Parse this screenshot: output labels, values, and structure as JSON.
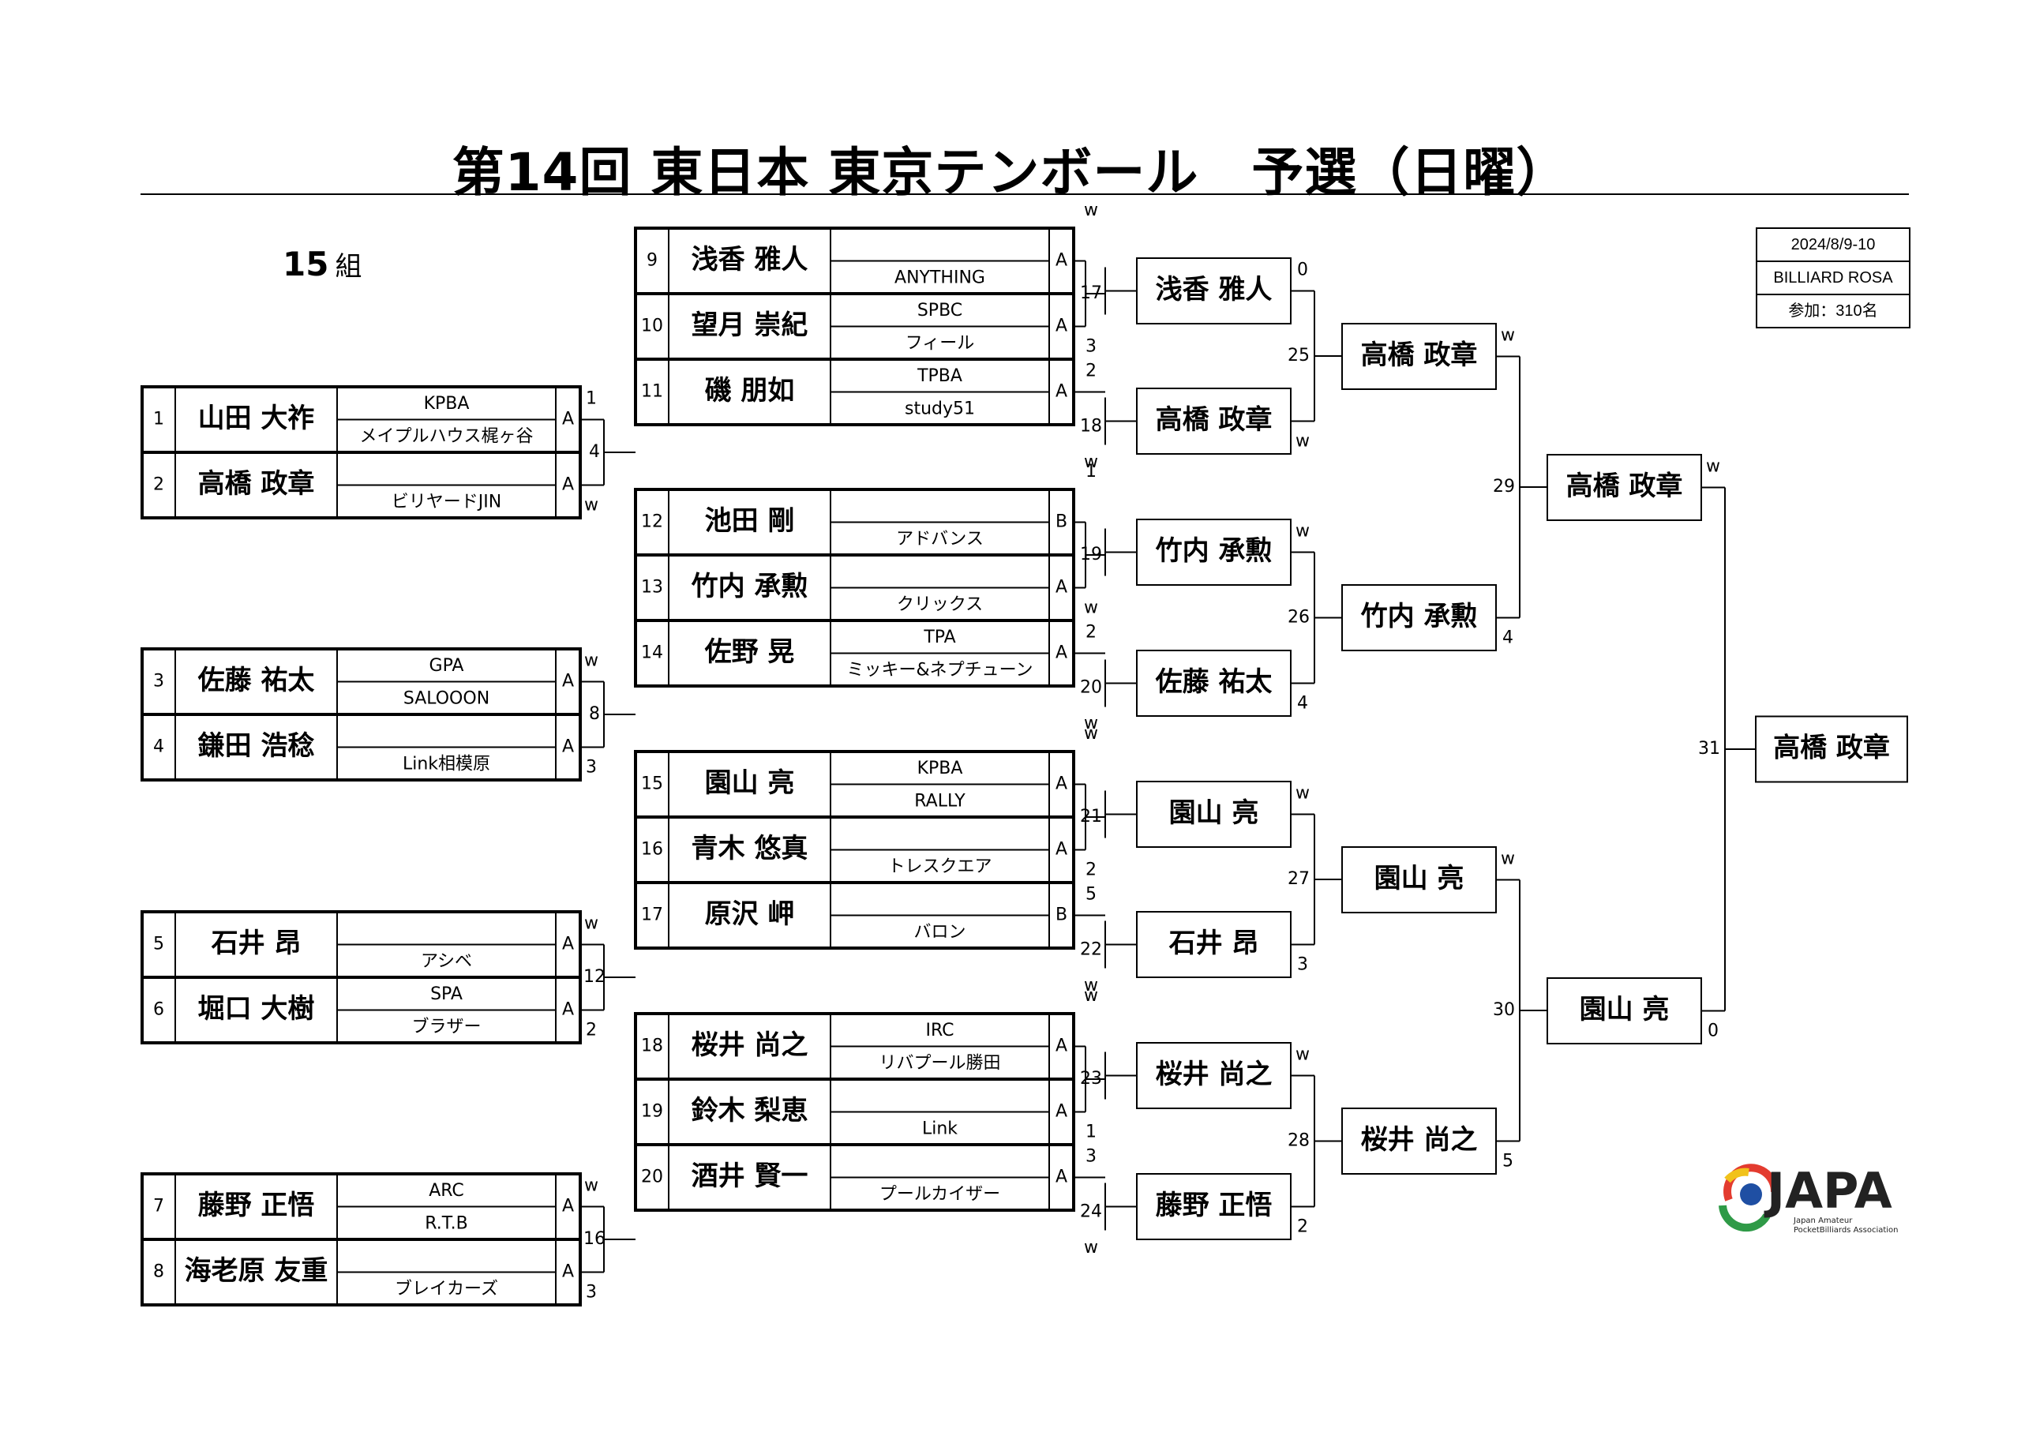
{
  "title": "第14回 東日本 東京テンボール　予選（日曜）",
  "group": {
    "number": "15",
    "unit": "組"
  },
  "info": {
    "date": "2024/8/9-10",
    "venue": "BILLIARD ROSA",
    "participants": "参加：310名"
  },
  "pairs": [
    {
      "players": [
        {
          "seed": "1",
          "name": "山田 大祚",
          "club": "KPBA",
          "shop": "メイプルハウス梶ヶ谷",
          "cls": "A",
          "score": "1"
        },
        {
          "seed": "2",
          "name": "高橋 政章",
          "club": "",
          "shop": "ビリヤードJIN",
          "cls": "A",
          "score": "w"
        }
      ],
      "match": "4"
    },
    {
      "players": [
        {
          "seed": "3",
          "name": "佐藤 祐太",
          "club": "GPA",
          "shop": "SALOOON",
          "cls": "A",
          "score": "w"
        },
        {
          "seed": "4",
          "name": "鎌田 浩稔",
          "club": "",
          "shop": "Link相模原",
          "cls": "A",
          "score": "3"
        }
      ],
      "match": "8"
    },
    {
      "players": [
        {
          "seed": "5",
          "name": "石井 昂",
          "club": "",
          "shop": "アシベ",
          "cls": "A",
          "score": "w"
        },
        {
          "seed": "6",
          "name": "堀口 大樹",
          "club": "SPA",
          "shop": "ブラザー",
          "cls": "A",
          "score": "2"
        }
      ],
      "match": "12"
    },
    {
      "players": [
        {
          "seed": "7",
          "name": "藤野 正悟",
          "club": "ARC",
          "shop": "R.T.B",
          "cls": "A",
          "score": "w"
        },
        {
          "seed": "8",
          "name": "海老原 友重",
          "club": "",
          "shop": "ブレイカーズ",
          "cls": "A",
          "score": "3"
        }
      ],
      "match": "16"
    }
  ],
  "triples": [
    {
      "players": [
        {
          "seed": "9",
          "name": "浅香 雅人",
          "club": "",
          "shop": "ANYTHING",
          "cls": "A"
        },
        {
          "seed": "10",
          "name": "望月 崇紀",
          "club": "SPBC",
          "shop": "フィール",
          "cls": "A"
        },
        {
          "seed": "11",
          "name": "磯 朋如",
          "club": "TPBA",
          "shop": "study51",
          "cls": "A"
        }
      ],
      "scores": [
        "w",
        "3",
        "2",
        "w"
      ],
      "m1": "17",
      "m2": "18"
    },
    {
      "players": [
        {
          "seed": "12",
          "name": "池田 剛",
          "club": "",
          "shop": "アドバンス",
          "cls": "B"
        },
        {
          "seed": "13",
          "name": "竹内 承勲",
          "club": "",
          "shop": "クリックス",
          "cls": "A"
        },
        {
          "seed": "14",
          "name": "佐野 晃",
          "club": "TPA",
          "shop": "ミッキー&ネプチューン",
          "cls": "A"
        }
      ],
      "scores": [
        "1",
        "w",
        "2",
        "w"
      ],
      "m1": "19",
      "m2": "20"
    },
    {
      "players": [
        {
          "seed": "15",
          "name": "園山 亮",
          "club": "KPBA",
          "shop": "RALLY",
          "cls": "A"
        },
        {
          "seed": "16",
          "name": "青木 悠真",
          "club": "",
          "shop": "トレスクエア",
          "cls": "A"
        },
        {
          "seed": "17",
          "name": "原沢 岬",
          "club": "",
          "shop": "バロン",
          "cls": "B"
        }
      ],
      "scores": [
        "w",
        "2",
        "5",
        "w"
      ],
      "m1": "21",
      "m2": "22"
    },
    {
      "players": [
        {
          "seed": "18",
          "name": "桜井 尚之",
          "club": "IRC",
          "shop": "リバプール勝田",
          "cls": "A"
        },
        {
          "seed": "19",
          "name": "鈴木 梨恵",
          "club": "",
          "shop": "Link",
          "cls": "A"
        },
        {
          "seed": "20",
          "name": "酒井 賢一",
          "club": "",
          "shop": "プールカイザー",
          "cls": "A"
        }
      ],
      "scores": [
        "w",
        "1",
        "3",
        "w"
      ],
      "m1": "23",
      "m2": "24"
    }
  ],
  "round2": [
    {
      "name": "浅香 雅人",
      "score": "0"
    },
    {
      "name": "高橋 政章",
      "score": "w"
    },
    {
      "name": "竹内 承勲",
      "score": "w"
    },
    {
      "name": "佐藤 祐太",
      "score": "4"
    },
    {
      "name": "園山 亮",
      "score": "w"
    },
    {
      "name": "石井 昂",
      "score": "3"
    },
    {
      "name": "桜井 尚之",
      "score": "w"
    },
    {
      "name": "藤野 正悟",
      "score": "2"
    }
  ],
  "round2_matches": [
    "25",
    "26",
    "27",
    "28"
  ],
  "round3": [
    {
      "name": "高橋 政章",
      "score": "w"
    },
    {
      "name": "竹内 承勲",
      "score": "4"
    },
    {
      "name": "園山 亮",
      "score": "w"
    },
    {
      "name": "桜井 尚之",
      "score": "5"
    }
  ],
  "round3_matches": [
    "29",
    "30"
  ],
  "round4": [
    {
      "name": "高橋 政章",
      "score": "w"
    },
    {
      "name": "園山 亮",
      "score": "0"
    }
  ],
  "final_match": "31",
  "winner": "高橋 政章",
  "logo": {
    "text": "JAPA",
    "sub1": "Japan Amateur",
    "sub2": "PocketBilliards Association"
  }
}
